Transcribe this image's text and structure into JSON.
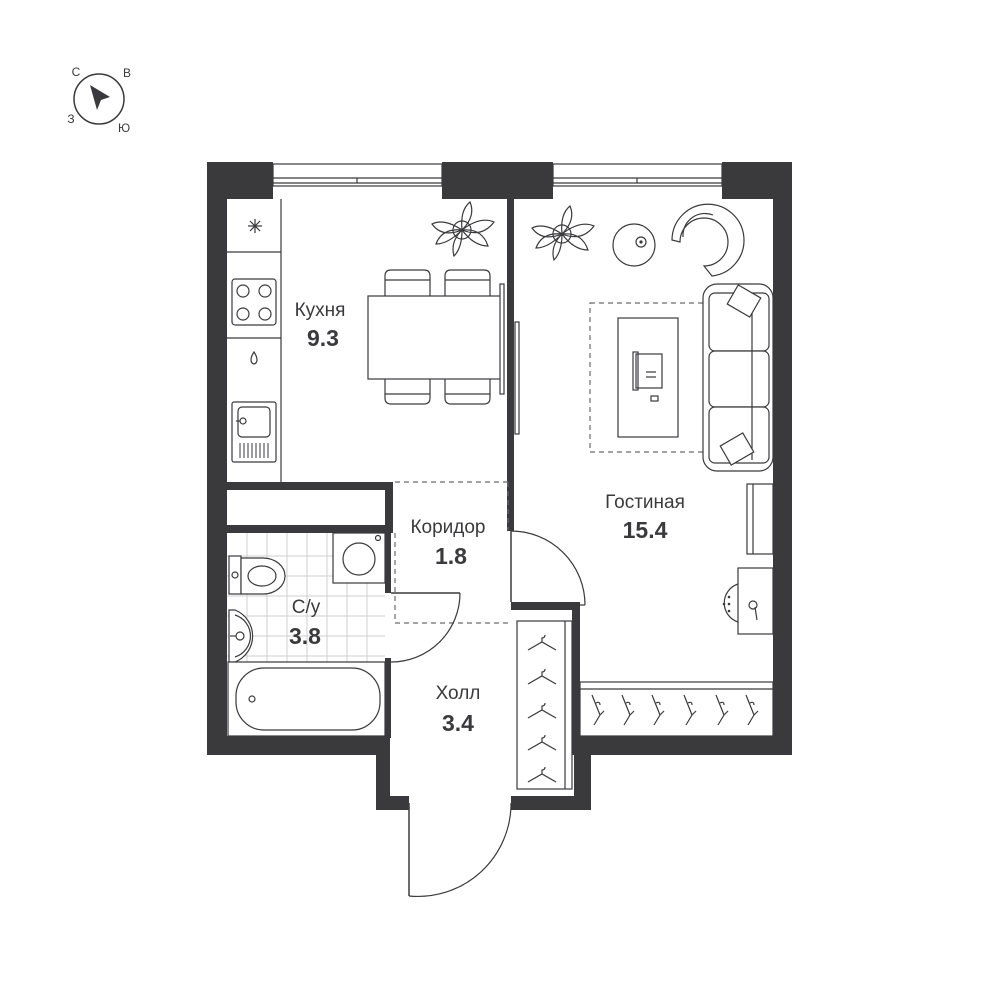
{
  "compass": {
    "north": "С",
    "east": "В",
    "south": "Ю",
    "west": "З"
  },
  "rooms": {
    "kitchen": {
      "name": "Кухня",
      "area": "9.3"
    },
    "corridor": {
      "name": "Коридор",
      "area": "1.8"
    },
    "bathroom": {
      "name": "С/у",
      "area": "3.8"
    },
    "hall": {
      "name": "Холл",
      "area": "3.4"
    },
    "living": {
      "name": "Гостиная",
      "area": "15.4"
    }
  },
  "colors": {
    "wall": "#3a3a3c",
    "background": "#ffffff"
  }
}
